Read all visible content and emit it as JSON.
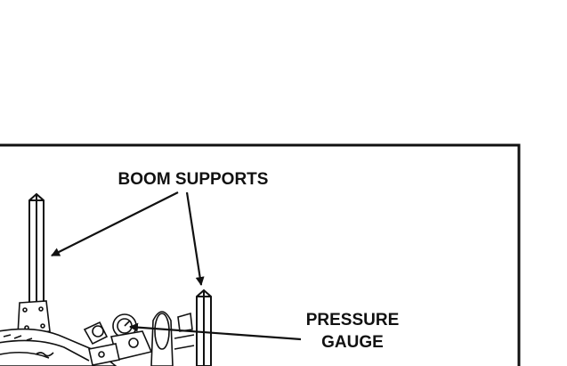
{
  "diagram": {
    "labels": {
      "boom_supports": "BOOM SUPPORTS",
      "pressure_line1": "PRESSURE",
      "pressure_line2": "GAUGE"
    },
    "colors": {
      "ink": "#111111",
      "background": "#ffffff"
    }
  }
}
